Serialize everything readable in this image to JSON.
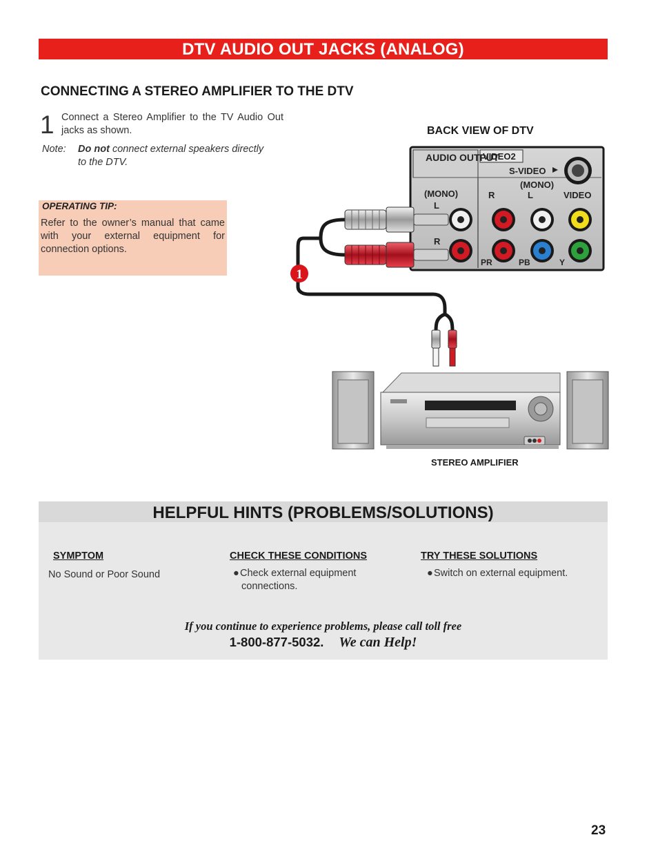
{
  "title": "DTV AUDIO OUT JACKS (ANALOG)",
  "section_heading": "CONNECTING A STEREO AMPLIFIER TO THE DTV",
  "step": {
    "number": "1",
    "text": "Connect a Stereo Amplifier to the TV Audio Out jacks as shown.",
    "note_label": "Note:",
    "note_bold": "Do not",
    "note_rest": "connect external speakers directly",
    "note_line2": "to the DTV."
  },
  "tip": {
    "title": "OPERATING TIP:",
    "text": "Refer to the owner’s manual that came with your external equipment for connection options."
  },
  "diagram": {
    "back_view_label": "BACK VIEW OF DTV",
    "amp_label": "STEREO AMPLIFIER",
    "callout": "1",
    "panel": {
      "audio_output": "AUDIO OUTPUT",
      "mono": "(MONO)",
      "l": "L",
      "r": "R",
      "video2": "VIDEO2",
      "svideo": "S-VIDEO",
      "mono2": "(MONO)",
      "r2": "R",
      "l2": "L",
      "video": "VIDEO",
      "pr": "PR",
      "pb": "PB",
      "y": "Y"
    }
  },
  "hints": {
    "title": "HELPFUL HINTS (PROBLEMS/SOLUTIONS)",
    "col_symptom": "SYMPTOM",
    "col_conditions": "CHECK THESE CONDITIONS",
    "col_solutions": "TRY THESE SOLUTIONS",
    "symptom": "No Sound or Poor Sound",
    "condition_1": "Check external equipment",
    "condition_2": "connections.",
    "solution": "Switch on external equipment.",
    "call_line": "If you continue to experience problems, please call toll free",
    "phone": "1-800-877-5032.",
    "help": "We can Help!"
  },
  "page_number": "23",
  "colors": {
    "title_bar": "#e8201c",
    "tip_bg": "#f8cdb8",
    "hints_bg": "#e8e8e8",
    "callout": "#d9141b"
  }
}
